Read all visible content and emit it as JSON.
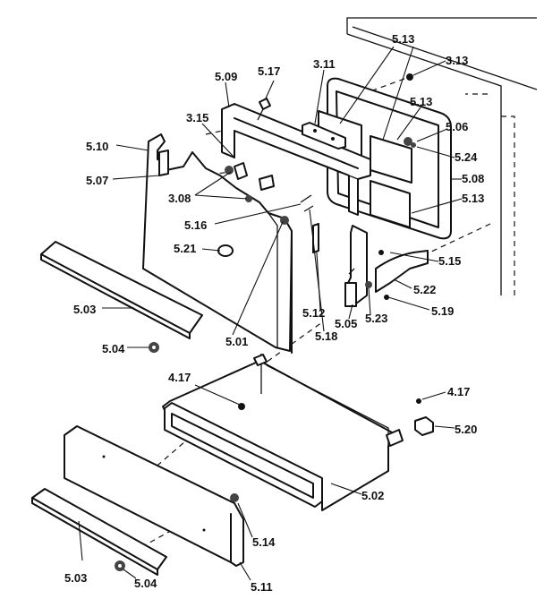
{
  "labels": {
    "l_513_top": "5.13",
    "l_313": "3.13",
    "l_311": "3.11",
    "l_517": "5.17",
    "l_509": "5.09",
    "l_513_mid": "5.13",
    "l_506": "5.06",
    "l_315": "3.15",
    "l_510": "5.10",
    "l_524": "5.24",
    "l_507": "5.07",
    "l_508": "5.08",
    "l_308": "3.08",
    "l_513_low": "5.13",
    "l_516": "5.16",
    "l_521": "5.21",
    "l_515": "5.15",
    "l_522": "5.22",
    "l_503_top": "5.03",
    "l_512": "5.12",
    "l_523": "5.23",
    "l_519": "5.19",
    "l_505": "5.05",
    "l_504_top": "5.04",
    "l_501": "5.01",
    "l_518": "5.18",
    "l_417_left": "4.17",
    "l_417_right": "4.17",
    "l_520": "5.20",
    "l_502": "5.02",
    "l_514": "5.14",
    "l_503_bot": "5.03",
    "l_504_bot": "5.04",
    "l_511": "5.11"
  }
}
